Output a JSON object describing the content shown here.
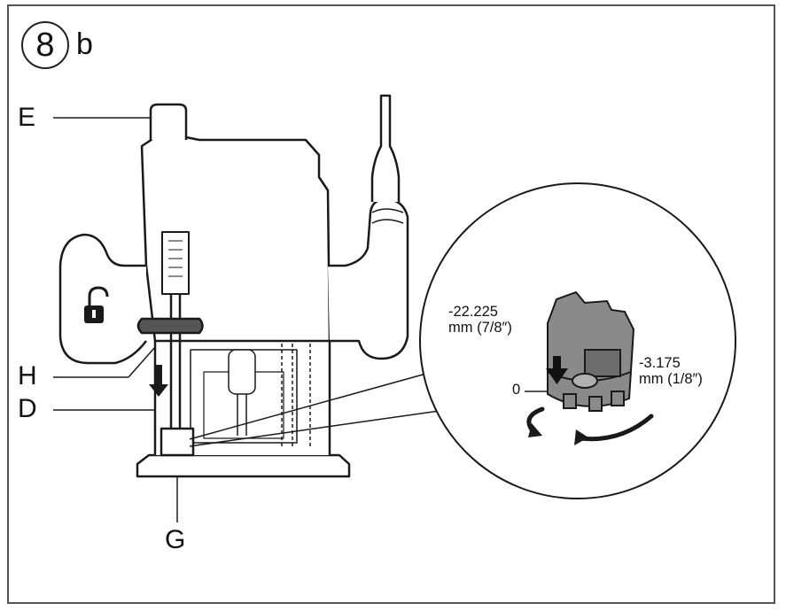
{
  "figure": {
    "number": "8",
    "suffix": "b"
  },
  "callouts": {
    "E": "E",
    "H": "H",
    "D": "D",
    "G": "G"
  },
  "dial": {
    "top_value": "-22.225",
    "top_unit": "mm (7/8″)",
    "right_value": "-3.175",
    "right_unit": "mm (1/8″)",
    "zero": "0"
  },
  "colors": {
    "line": "#1a1a1a",
    "body_fill": "#ffffff",
    "dial_fill": "#8a8a8a",
    "dial_dark": "#555555"
  },
  "icons": [
    "unlock-icon",
    "down-arrow-icon",
    "rotate-arrow-icon"
  ]
}
